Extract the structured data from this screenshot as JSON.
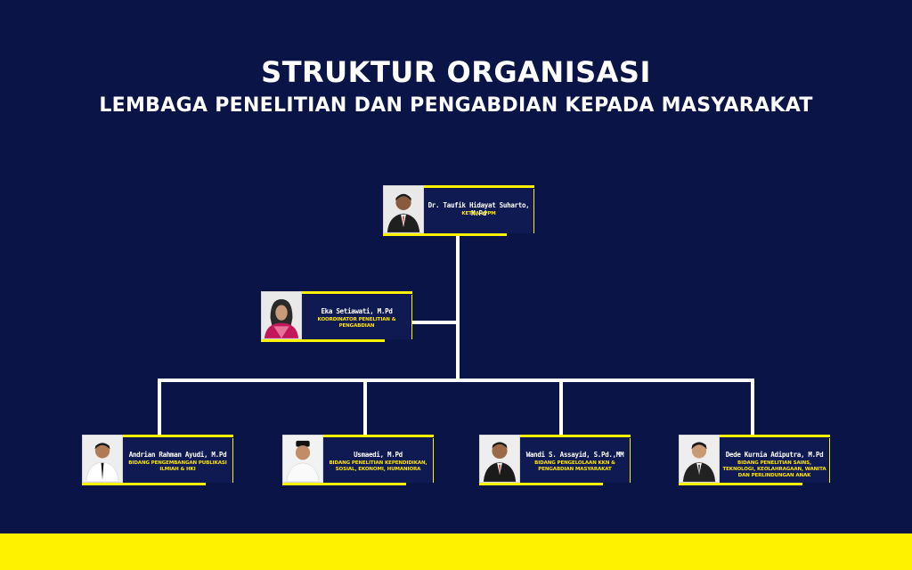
{
  "header": {
    "title": "STRUKTUR ORGANISASI",
    "subtitle": "LEMBAGA PENELITIAN DAN PENGABDIAN KEPADA MASYARAKAT"
  },
  "colors": {
    "background": "#0b1447",
    "accent": "#fff200",
    "card": "#101a52",
    "text": "#ffffff",
    "role_text": "#ffe600"
  },
  "nodes": [
    {
      "name": "Dr. Taufik Hidayat Suharto, M.Pd",
      "role": "KETUA LPPM",
      "icon": "person-male-icon"
    },
    {
      "name": "Eka Setiawati, M.Pd",
      "role": "KOORDINATOR PENELITIAN & PENGABDIAN",
      "icon": "person-hijab-icon"
    },
    {
      "name": "Andrian Rahman Ayudi, M.Pd",
      "role": "BIDANG PENGEMBANGAN PUBLIKASI ILMIAH & HKI",
      "icon": "person-male-icon"
    },
    {
      "name": "Usmaedi, M.Pd",
      "role": "BIDANG PENELITIAN KEPENDIDIKAN, SOSIAL, EKONOMI, HUMANIORA",
      "icon": "person-male-icon"
    },
    {
      "name": "Wandi S. Assayid, S.Pd.,MM",
      "role": "BIDANG PENGELOLAAN KKN & PENGABDIAN MASYARAKAT",
      "icon": "person-male-icon"
    },
    {
      "name": "Dede Kurnia Adiputra, M.Pd",
      "role": "BIDANG PENELITIAN SAINS, TEKNOLOGI, KEOLAHRAGAAN, WANITA DAN PERLINDUNGAN ANAK",
      "icon": "person-male-icon"
    }
  ]
}
